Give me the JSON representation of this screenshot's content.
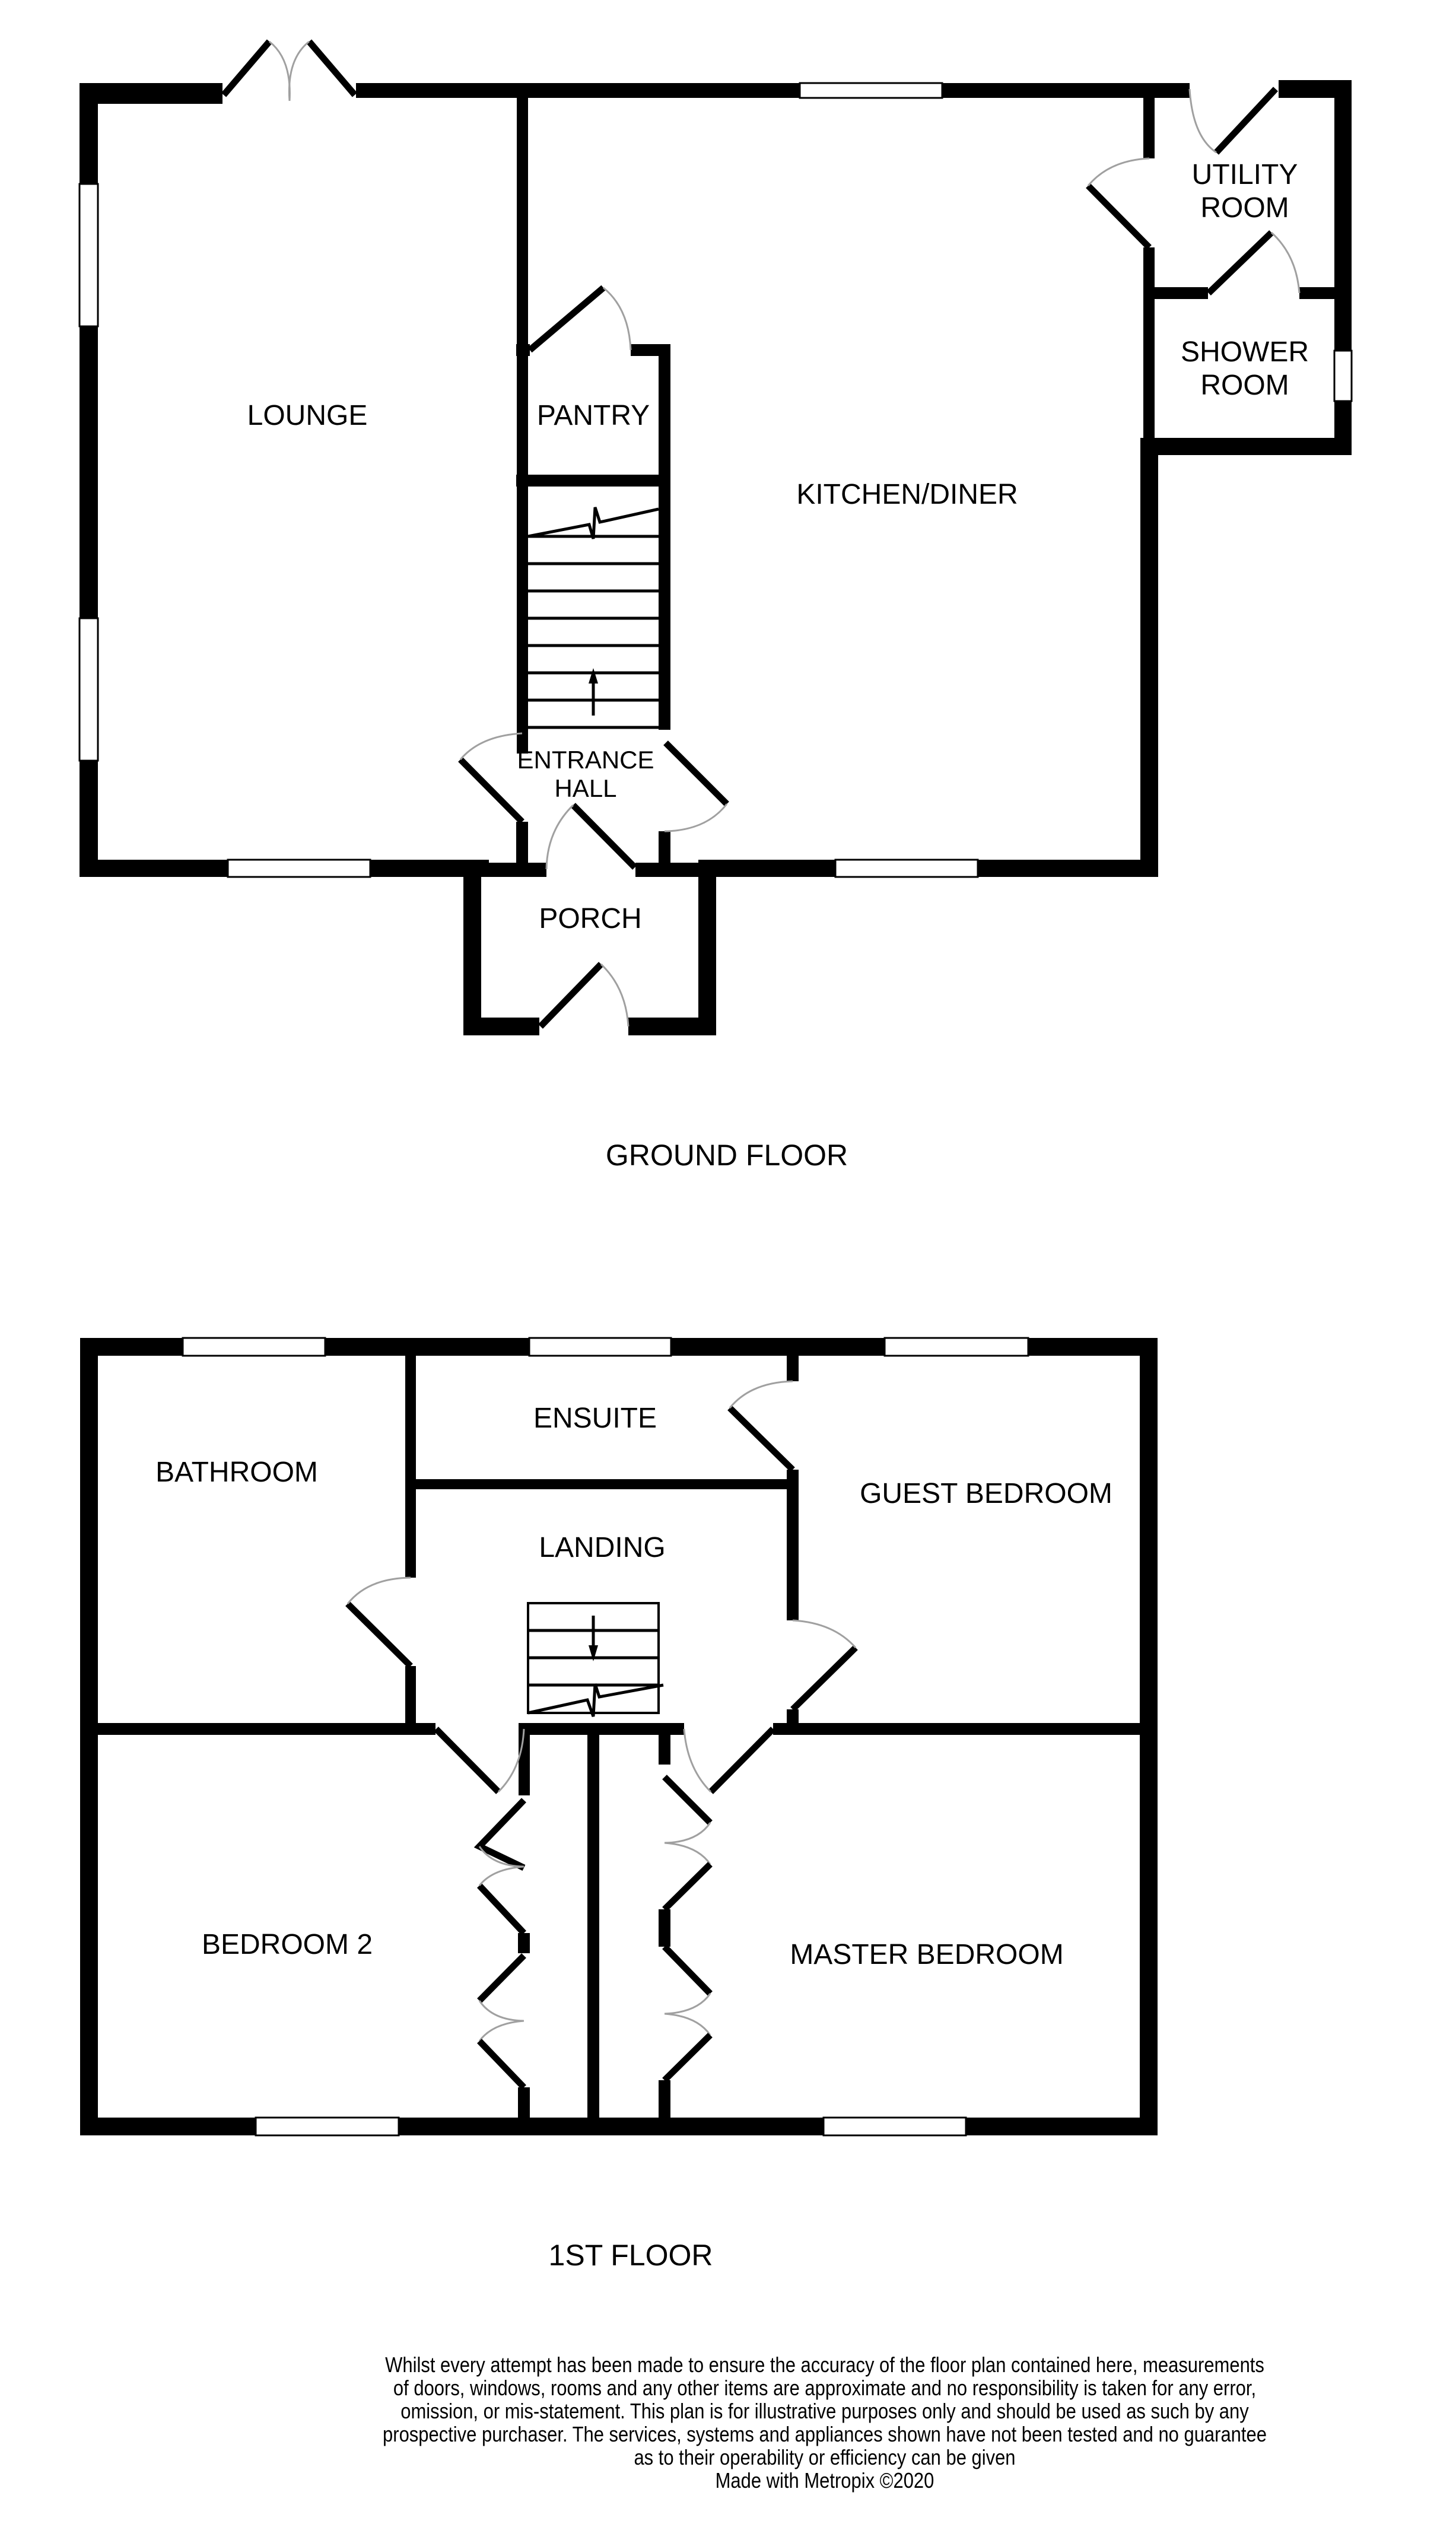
{
  "ground_floor": {
    "label": "GROUND FLOOR",
    "rooms": {
      "lounge": "LOUNGE",
      "pantry": "PANTRY",
      "kitchen": "KITCHEN/DINER",
      "utility_line1": "UTILITY",
      "utility_line2": "ROOM",
      "shower_line1": "SHOWER",
      "shower_line2": "ROOM",
      "hall_line1": "ENTRANCE",
      "hall_line2": "HALL",
      "porch": "PORCH"
    }
  },
  "first_floor": {
    "label": "1ST FLOOR",
    "rooms": {
      "bathroom": "BATHROOM",
      "ensuite": "ENSUITE",
      "landing": "LANDING",
      "guest_bedroom": "GUEST BEDROOM",
      "bedroom2": "BEDROOM 2",
      "master_bedroom": "MASTER BEDROOM"
    }
  },
  "disclaimer": {
    "lines": [
      "Whilst every attempt has been made to ensure the accuracy of the floor plan contained here, measurements",
      "of doors, windows, rooms and any other items are approximate and no responsibility is taken for any error,",
      "omission, or mis-statement. This plan is for illustrative purposes only and should be used as such by any",
      "prospective purchaser. The services, systems and appliances shown have not been tested and no guarantee",
      "as to their operability or efficiency can be given",
      "Made with Metropix ©2020"
    ]
  },
  "colors": {
    "wall": "#000000",
    "background": "#ffffff",
    "door_swing": "#a0a0a0"
  }
}
